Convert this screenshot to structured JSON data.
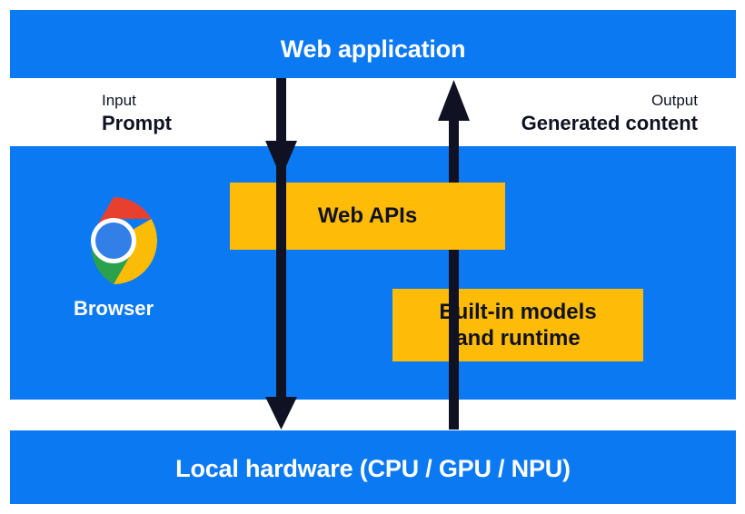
{
  "diagram": {
    "title": "Browser built-in AI architecture",
    "colors": {
      "band_blue": "#0b79f2",
      "box_yellow": "#febc09",
      "arrow_navy": "#101223",
      "band_text": "#ffffff",
      "box_text": "#101223"
    },
    "bands": [
      {
        "id": "web-application",
        "label": "Web application"
      },
      {
        "id": "browser",
        "label": "Browser"
      },
      {
        "id": "local-hardware",
        "label": "Local hardware (CPU / GPU / NPU)"
      }
    ],
    "boxes": [
      {
        "id": "web-apis",
        "label": "Web APIs"
      },
      {
        "id": "builtin-models",
        "line1": "Built-in models",
        "line2": "and runtime"
      }
    ],
    "flows": [
      {
        "id": "input",
        "kicker": "Input",
        "value": "Prompt",
        "direction": "down"
      },
      {
        "id": "output",
        "kicker": "Output",
        "value": "Generated content",
        "direction": "up"
      }
    ],
    "icons": {
      "chrome": "chrome-logo-icon"
    }
  }
}
